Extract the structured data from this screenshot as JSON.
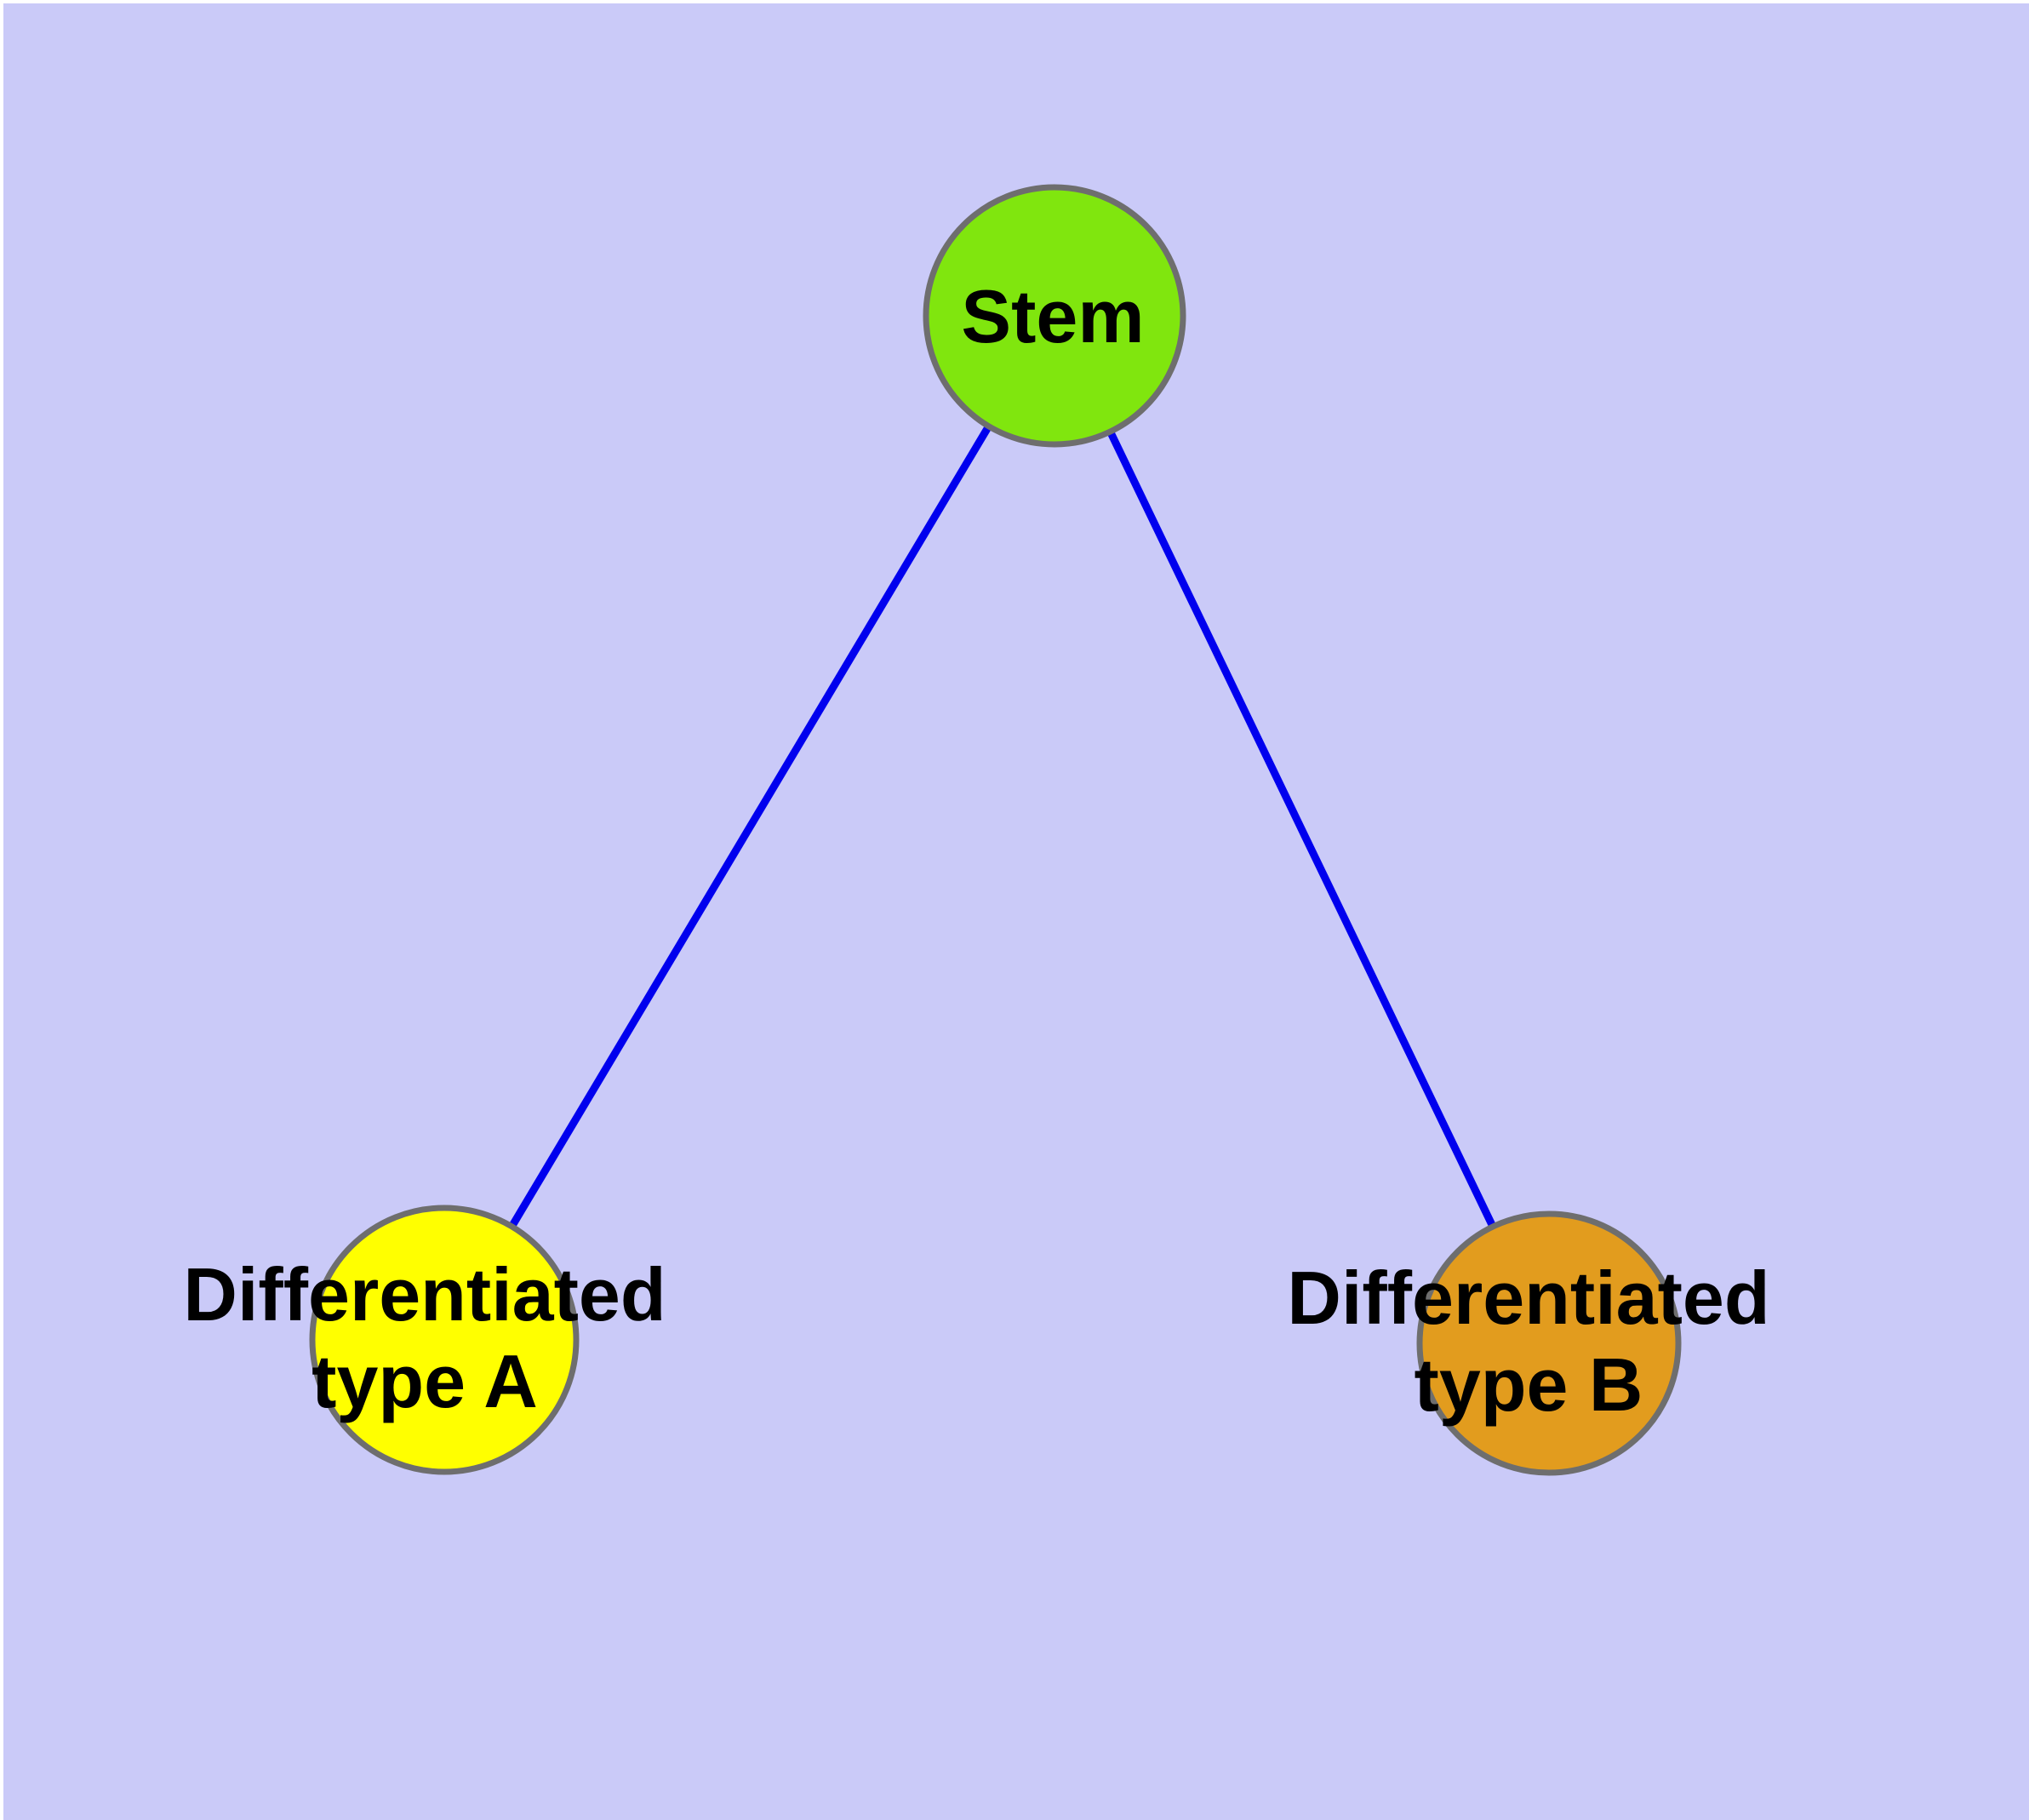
{
  "diagram": {
    "type": "node-link-graph",
    "background_color": "#cacaf8",
    "margin_color": "#ffffff",
    "edge_color": "#0000ee",
    "node_border_color": "#6e6e6e",
    "label_color": "#000000",
    "nodes": [
      {
        "id": "stem",
        "label": "Stem",
        "fill": "#80e60e"
      },
      {
        "id": "differentiated-type-a",
        "label": "Differentiated\ntype A",
        "fill": "#ffff00"
      },
      {
        "id": "differentiated-type-b",
        "label": "Differentiated\ntype B",
        "fill": "#e29c1e"
      }
    ],
    "edges": [
      {
        "from": "stem",
        "to": "differentiated-type-a"
      },
      {
        "from": "stem",
        "to": "differentiated-type-b"
      }
    ]
  }
}
